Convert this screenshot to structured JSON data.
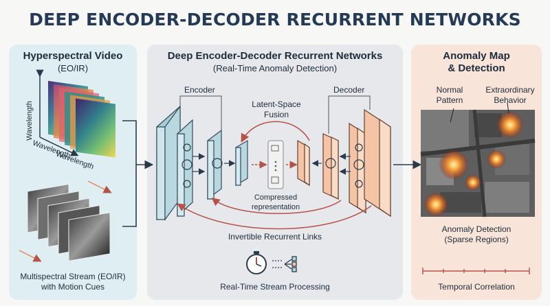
{
  "title": "DEEP ENCODER-DECODER RECURRENT NETWORKS",
  "left_panel": {
    "heading": "Hyperspectral Video",
    "subheading": "(EO/IR)",
    "axis_wavelength_vertical": "Wavelength",
    "axis_wavelength_horizontal1": "Wavelength",
    "axis_wavelength_horizontal2": "Wavelength",
    "stream_caption_line1": "Multispectral Stream (EO/IR)",
    "stream_caption_line2": "with Motion Cues"
  },
  "middle_panel": {
    "heading": "Deep Encoder-Decoder Recurrent Networks",
    "subheading": "(Real-Time Anomaly Detection)",
    "encoder_label": "Encoder",
    "decoder_label": "Decoder",
    "latent_label_line1": "Latent-Space",
    "latent_label_line2": "Fusion",
    "compressed_line1": "Compressed",
    "compressed_line2": "representation",
    "links_label": "Invertible Recurrent Links",
    "stream_label": "Real-Time Stream Processing"
  },
  "right_panel": {
    "heading_line1": "Anomaly Map",
    "heading_line2": "& Detection",
    "normal_line1": "Normal",
    "normal_line2": "Pattern",
    "extra_line1": "Extraordinary",
    "extra_line2": "Behavior",
    "detection_line1": "Anomaly Detection",
    "detection_line2": "(Sparse Regions)",
    "temporal_label": "Temporal Correlation"
  },
  "colors": {
    "encoder_block": "#b9d7df",
    "decoder_block": "#f3c4a6",
    "recurrent_arrow": "#b5534a",
    "title": "#243a55"
  }
}
